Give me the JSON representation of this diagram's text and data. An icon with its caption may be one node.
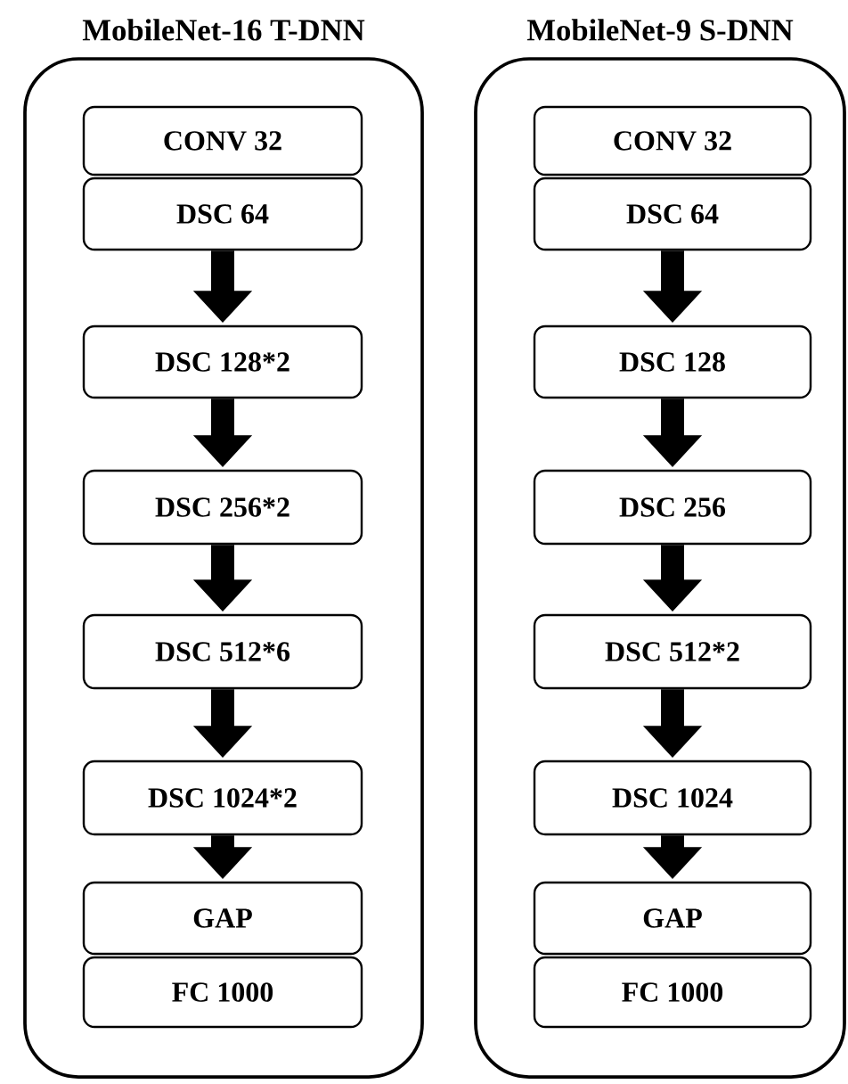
{
  "diagram": {
    "nodes": [
      {
        "text": [
          "MobileNet-16 T-DNN"
        ]
      },
      {
        "text": [
          "CONV 32"
        ],
        "in": 0
      },
      {
        "text": [
          "DSC 64"
        ],
        "in": 0
      },
      {
        "text": [
          "DSC 128*2"
        ],
        "in": 0
      },
      {
        "text": [
          "DSC 256*2"
        ],
        "in": 0
      },
      {
        "text": [
          "DSC 512*6"
        ],
        "in": 0
      },
      {
        "text": [
          "DSC 1024*2"
        ],
        "in": 0
      },
      {
        "text": [
          "GAP"
        ],
        "in": 0
      },
      {
        "text": [
          "FC 1000"
        ],
        "in": 0
      },
      {
        "text": [
          "MobileNet-9 S-DNN"
        ]
      },
      {
        "text": [
          "CONV 32"
        ],
        "in": 9
      },
      {
        "text": [
          "DSC 64"
        ],
        "in": 9
      },
      {
        "text": [
          "DSC 128"
        ],
        "in": 9
      },
      {
        "text": [
          "DSC 256"
        ],
        "in": 9
      },
      {
        "text": [
          "DSC 512*2"
        ],
        "in": 9
      },
      {
        "text": [
          "DSC 1024"
        ],
        "in": 9
      },
      {
        "text": [
          "GAP"
        ],
        "in": 9
      },
      {
        "text": [
          "FC 1000"
        ],
        "in": 9
      }
    ],
    "edges": [
      {
        "from": 2,
        "to": 3,
        "arrow": "to"
      },
      {
        "from": 3,
        "to": 4,
        "arrow": "to"
      },
      {
        "from": 4,
        "to": 5,
        "arrow": "to"
      },
      {
        "from": 5,
        "to": 6,
        "arrow": "to"
      },
      {
        "from": 6,
        "to": 7,
        "arrow": "to"
      },
      {
        "from": 11,
        "to": 12,
        "arrow": "to"
      },
      {
        "from": 12,
        "to": 13,
        "arrow": "to"
      },
      {
        "from": 13,
        "to": 14,
        "arrow": "to"
      },
      {
        "from": 14,
        "to": 15,
        "arrow": "to"
      },
      {
        "from": 15,
        "to": 16,
        "arrow": "to"
      }
    ]
  }
}
